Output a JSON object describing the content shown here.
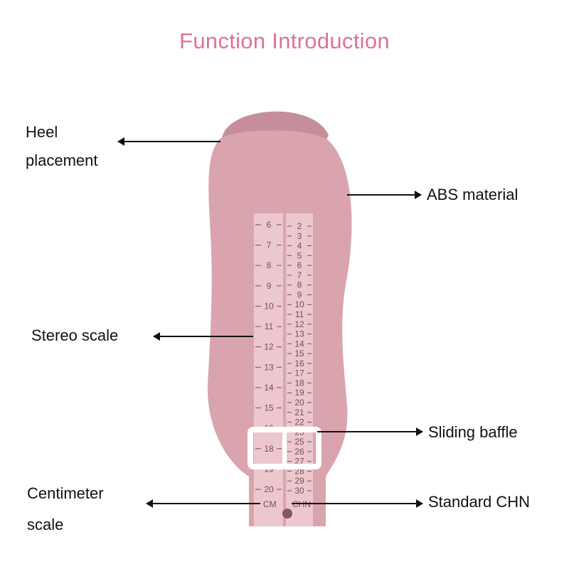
{
  "title": "Function Introduction",
  "colors": {
    "title": "#e0709a",
    "ruler_body": "#d9a4ae",
    "ruler_shadow": "#c58e9a",
    "scale_strip": "#ecc8ce",
    "scale_ink": "#7a4a55",
    "baffle": "#ffffff"
  },
  "labels": {
    "heel_line1": "Heel",
    "heel_line2": "placement",
    "abs": "ABS material",
    "stereo": "Stereo scale",
    "baffle": "Sliding baffle",
    "cm_line1": "Centimeter",
    "cm_line2": "scale",
    "chn": "Standard CHN"
  },
  "ruler": {
    "cm_values": [
      "6",
      "7",
      "8",
      "9",
      "10",
      "11",
      "12",
      "13",
      "14",
      "15",
      "16",
      "18",
      "19",
      "20"
    ],
    "chn_values": [
      "2",
      "3",
      "4",
      "5",
      "6",
      "7",
      "8",
      "9",
      "10",
      "11",
      "12",
      "13",
      "14",
      "15",
      "16",
      "17",
      "18",
      "19",
      "20",
      "21",
      "22",
      "23",
      "25",
      "26",
      "27",
      "28",
      "29",
      "30"
    ],
    "cm_unit": "CM",
    "chn_unit": "CHN"
  }
}
